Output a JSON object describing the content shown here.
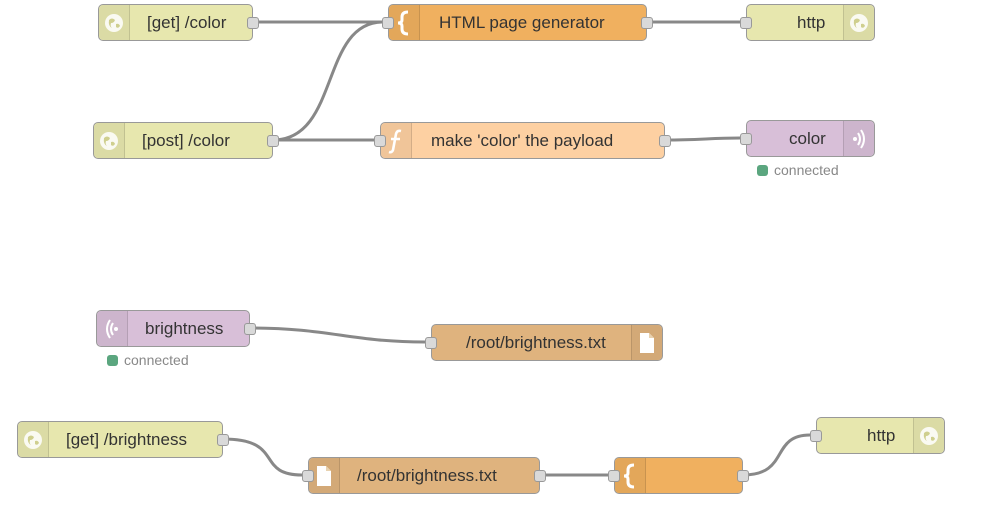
{
  "palette": {
    "http_node": "#e7e7ae",
    "template_node": "#f0b05f",
    "function_node": "#fdd0a2",
    "mqtt_node": "#d8bfd8",
    "file_node": "#dfb37e",
    "status_ok": "#5ba67f",
    "wire": "#888888"
  },
  "nodes": {
    "get_color": {
      "label": "[get] /color",
      "icon": "globe-icon"
    },
    "html_generator": {
      "label": "HTML page generator",
      "icon": "template-braces-icon"
    },
    "http_response_1": {
      "label": "http",
      "icon": "globe-icon"
    },
    "post_color": {
      "label": "[post] /color",
      "icon": "globe-icon"
    },
    "make_color": {
      "label": "make 'color' the payload",
      "icon": "function-icon"
    },
    "mqtt_color": {
      "label": "color",
      "icon": "mqtt-signal-icon",
      "status": "connected"
    },
    "mqtt_brightness": {
      "label": "brightness",
      "icon": "mqtt-signal-icon",
      "status": "connected"
    },
    "file_write": {
      "label": "/root/brightness.txt",
      "icon": "file-icon"
    },
    "get_brightness": {
      "label": "[get] /brightness",
      "icon": "globe-icon"
    },
    "file_read": {
      "label": "/root/brightness.txt",
      "icon": "file-icon"
    },
    "template_2": {
      "label": "",
      "icon": "template-braces-icon"
    },
    "http_response_2": {
      "label": "http",
      "icon": "globe-icon"
    }
  }
}
